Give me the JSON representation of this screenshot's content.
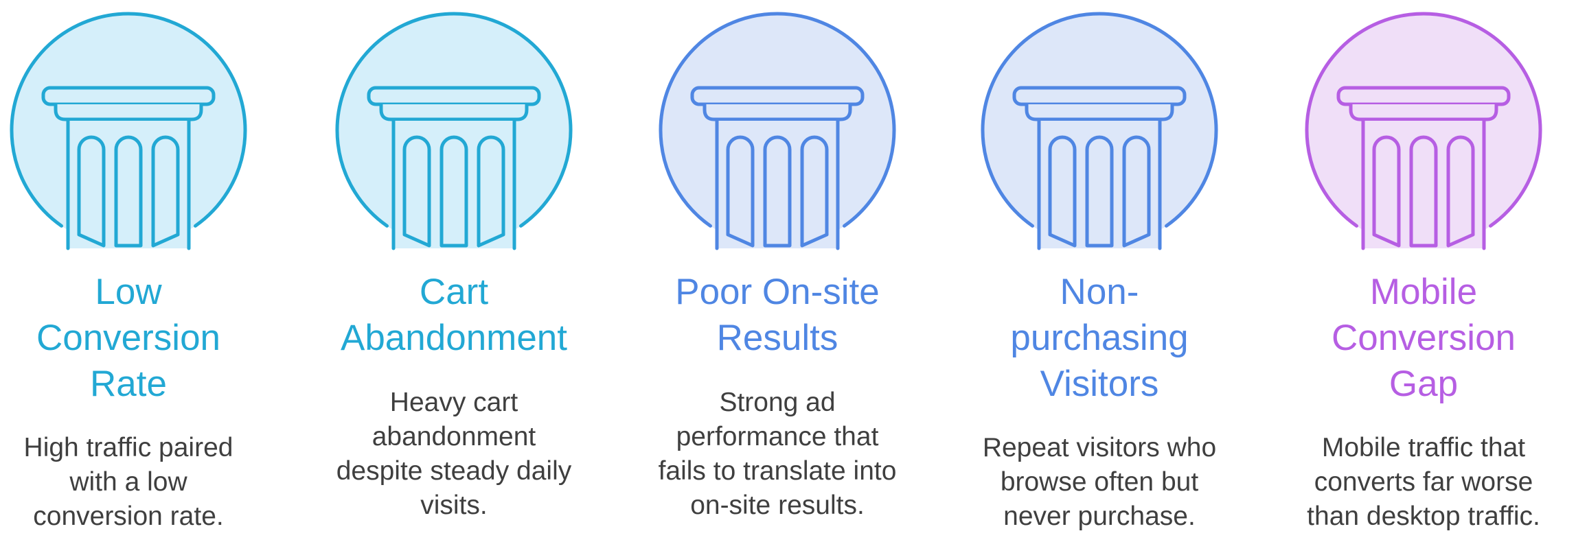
{
  "pillars": [
    {
      "id": "low-conversion-rate",
      "color": "#22a8d4",
      "fill": "#d5effa",
      "title_lines": [
        "Low",
        "Conversion",
        "Rate"
      ],
      "desc_lines": [
        "High traffic paired",
        "with a low",
        "conversion rate."
      ],
      "icon": "pillar-icon"
    },
    {
      "id": "cart-abandonment",
      "color": "#22a8d4",
      "fill": "#d5effa",
      "title_lines": [
        "Cart",
        "Abandonment"
      ],
      "desc_lines": [
        "Heavy cart",
        "abandonment",
        "despite steady daily",
        "visits."
      ],
      "icon": "pillar-icon"
    },
    {
      "id": "poor-on-site-results",
      "color": "#4f86e3",
      "fill": "#dde7f9",
      "title_lines": [
        "Poor On-site",
        "Results"
      ],
      "desc_lines": [
        "Strong ad",
        "performance that",
        "fails to translate into",
        "on-site results."
      ],
      "icon": "pillar-icon"
    },
    {
      "id": "non-purchasing-visitors",
      "color": "#4f86e3",
      "fill": "#dde7f9",
      "title_lines": [
        "Non-",
        "purchasing",
        "Visitors"
      ],
      "desc_lines": [
        "Repeat visitors who",
        "browse often but",
        "never purchase."
      ],
      "icon": "pillar-icon"
    },
    {
      "id": "mobile-conversion-gap",
      "color": "#b65ee3",
      "fill": "#f0dff8",
      "title_lines": [
        "Mobile",
        "Conversion",
        "Gap"
      ],
      "desc_lines": [
        "Mobile traffic that",
        "converts far worse",
        "than desktop traffic."
      ],
      "icon": "pillar-icon"
    }
  ]
}
